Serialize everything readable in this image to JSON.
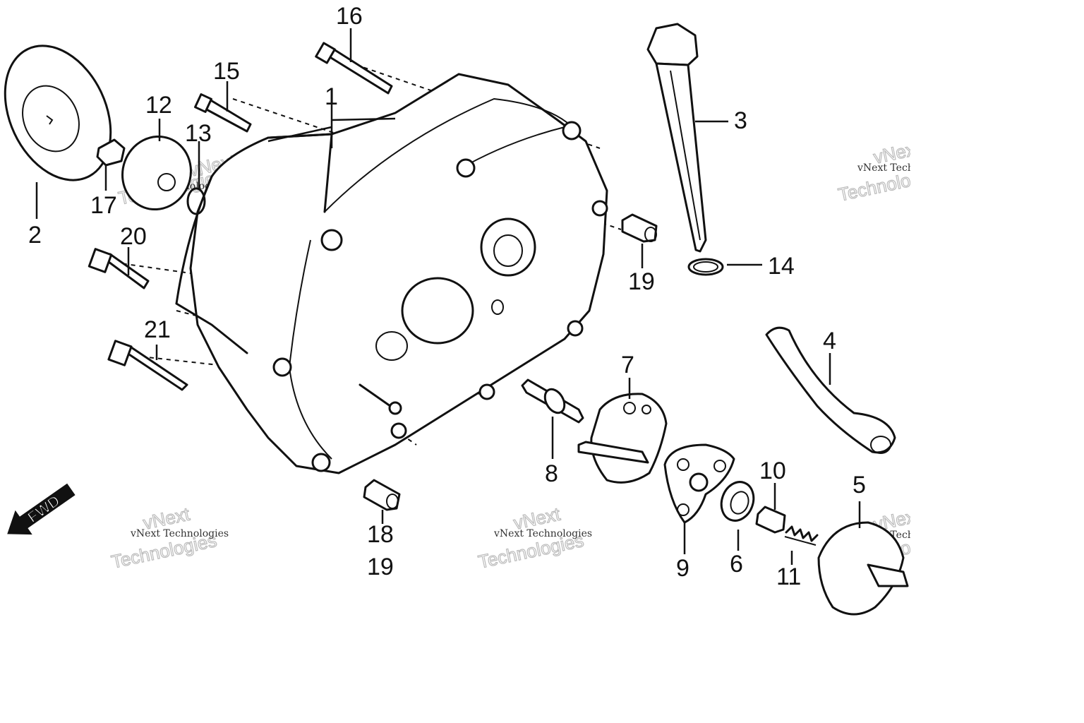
{
  "labels": {
    "n1": "1",
    "n2": "2",
    "n3": "3",
    "n4": "4",
    "n5": "5",
    "n6": "6",
    "n7": "7",
    "n8": "8",
    "n9": "9",
    "n10": "10",
    "n11": "11",
    "n12": "12",
    "n13": "13",
    "n14": "14",
    "n15": "15",
    "n16": "16",
    "n17": "17",
    "n18": "18",
    "n19a": "19",
    "n19b": "19",
    "n20": "20",
    "n21": "21"
  },
  "fwd_label": "FWD",
  "watermark": {
    "line1": "vNext Technologies",
    "line2": "vNext",
    "line3": "Technologies"
  }
}
